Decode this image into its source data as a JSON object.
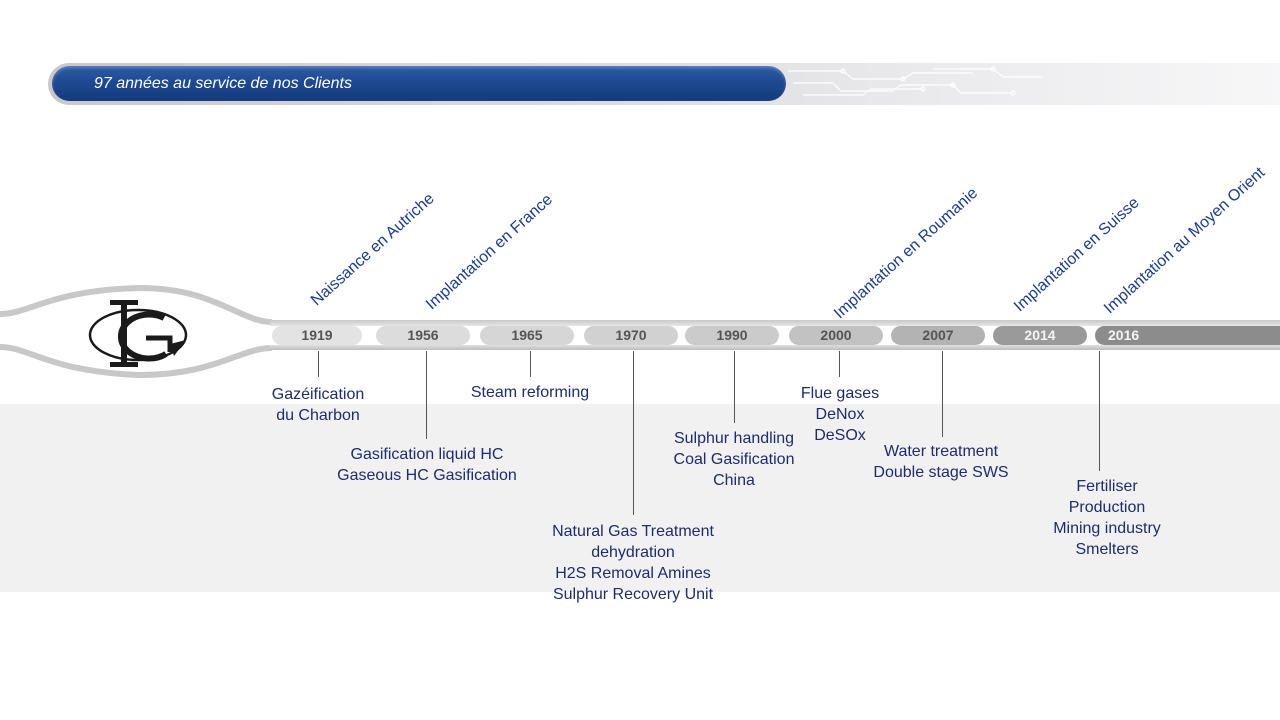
{
  "header": {
    "title": "97 années au service de nos Clients"
  },
  "colors": {
    "header_blue": "#1f4a93",
    "caption_navy": "#1d2c6b",
    "diag_blue": "#1d3c8a",
    "segment_light": "#dadada",
    "segment_mid": "#bcbcbc",
    "segment_dark": "#8f8f8f"
  },
  "timeline": {
    "years": [
      "1919",
      "1956",
      "1965",
      "1970",
      "1990",
      "2000",
      "2007",
      "2014",
      "2016"
    ],
    "implantations": [
      "Naissance en Autriche",
      "Implantation en France",
      "Implantation en Roumanie",
      "Implantation en Suisse",
      "Implantation au Moyen Orient"
    ],
    "events": [
      [
        "Gazéification",
        "du Charbon"
      ],
      [
        "Gasification liquid HC",
        "Gaseous HC Gasification"
      ],
      [
        "Steam reforming"
      ],
      [
        "Natural Gas Treatment",
        "dehydration",
        "H2S Removal Amines",
        "Sulphur Recovery Unit"
      ],
      [
        "Sulphur handling",
        "Coal Gasification",
        "China"
      ],
      [
        "Flue gases",
        "DeNox",
        "DeSOx"
      ],
      [
        "Water treatment",
        "Double stage SWS"
      ],
      [
        "Fertiliser",
        "Production",
        "Mining industry",
        "Smelters"
      ]
    ]
  }
}
